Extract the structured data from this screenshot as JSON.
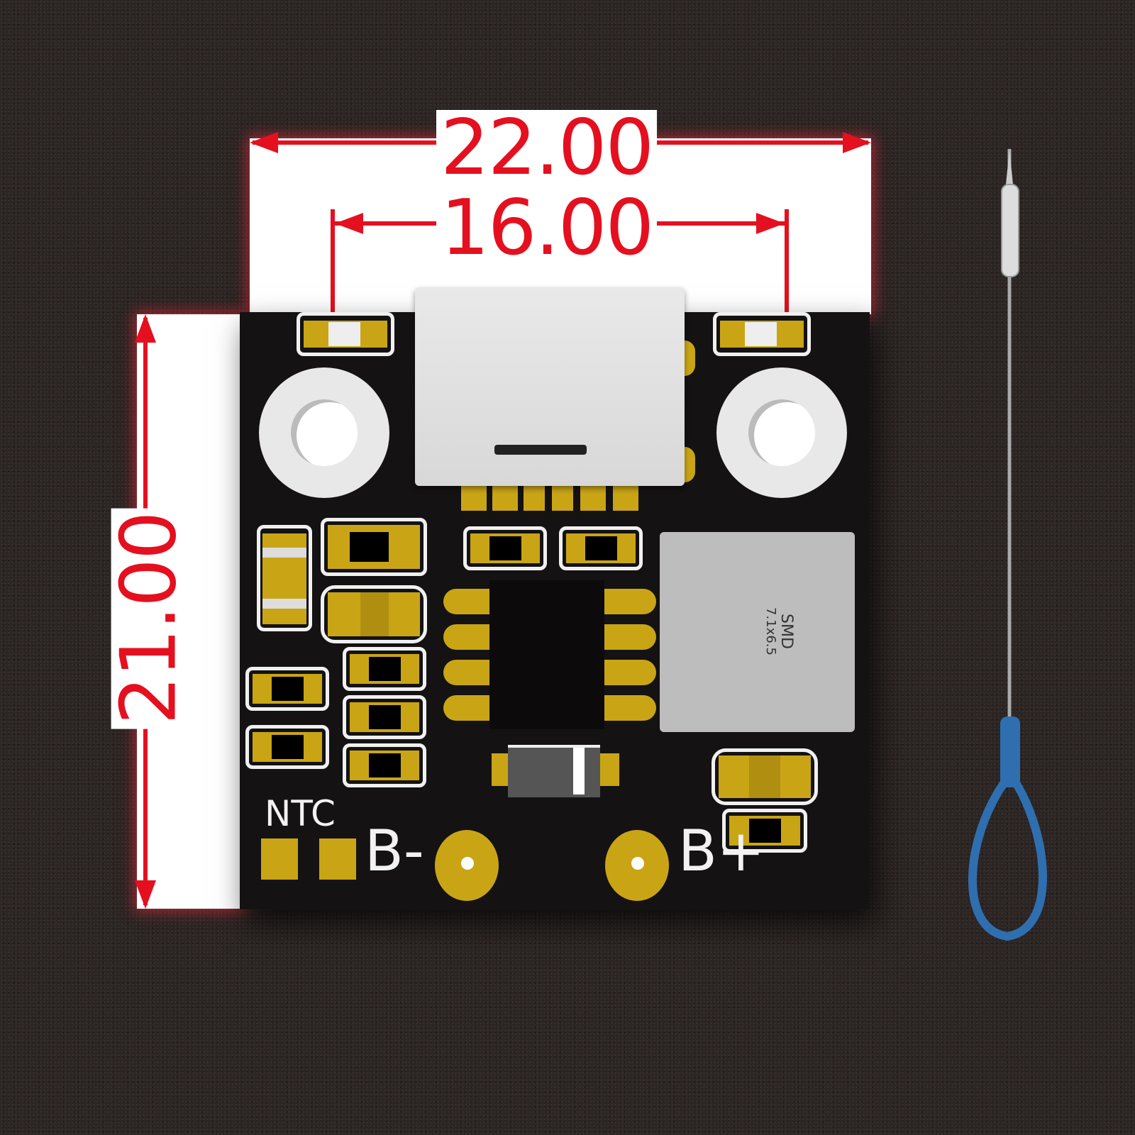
{
  "dimensions": {
    "width_top": "22.00",
    "hole_spacing": "16.00",
    "height_left": "21.00"
  },
  "board_labels": {
    "ntc": "NTC",
    "b_minus": "B-",
    "b_plus": "B+"
  },
  "inductor": {
    "type": "SMD",
    "size": "7.1x6.5"
  },
  "colors": {
    "dimension_red": "#e4101f",
    "pcb": "#141213",
    "gold_pad": "#c9a516",
    "background": "#2b2523"
  }
}
